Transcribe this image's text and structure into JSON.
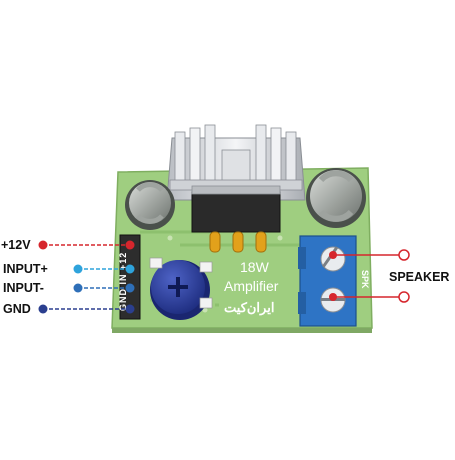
{
  "pins": {
    "p12v": {
      "label": "+12V",
      "color": "#d6262d"
    },
    "inp_plus": {
      "label": "INPUT+",
      "color": "#2ea3dc"
    },
    "inp_minus": {
      "label": "INPUT-",
      "color": "#2e6fb8"
    },
    "gnd": {
      "label": "GND",
      "color": "#2b3f8f"
    }
  },
  "speaker": {
    "label": "SPEAKER",
    "color": "#d6262d"
  },
  "board": {
    "title_line1": "18W",
    "title_line2": "Amplifier",
    "header_silk": "GND IN +12",
    "terminal_silk": "SPK",
    "logo_text": "ایران‌کیت",
    "pcb_color": "#a6d487"
  }
}
